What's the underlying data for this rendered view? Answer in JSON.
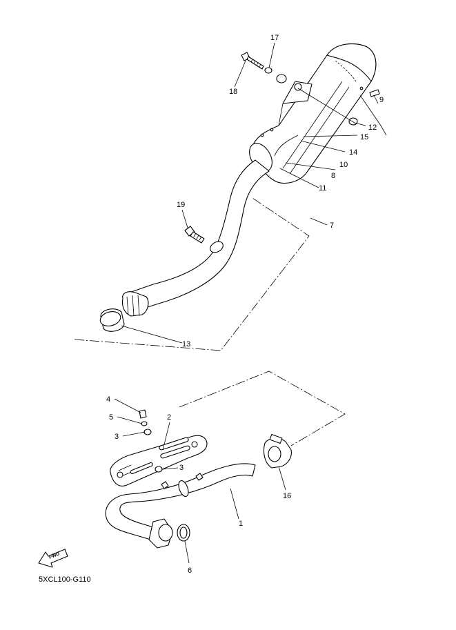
{
  "diagram_code": "5XCL100-G110",
  "fwd_label": "FWD",
  "callouts": [
    {
      "id": "c1",
      "text": "1"
    },
    {
      "id": "c2",
      "text": "2"
    },
    {
      "id": "c3a",
      "text": "3"
    },
    {
      "id": "c3b",
      "text": "3"
    },
    {
      "id": "c4",
      "text": "4"
    },
    {
      "id": "c5",
      "text": "5"
    },
    {
      "id": "c6",
      "text": "6"
    },
    {
      "id": "c7",
      "text": "7"
    },
    {
      "id": "c8",
      "text": "8"
    },
    {
      "id": "c9",
      "text": "9"
    },
    {
      "id": "c10",
      "text": "10"
    },
    {
      "id": "c11",
      "text": "11"
    },
    {
      "id": "c12",
      "text": "12"
    },
    {
      "id": "c13",
      "text": "13"
    },
    {
      "id": "c14",
      "text": "14"
    },
    {
      "id": "c15",
      "text": "15"
    },
    {
      "id": "c16",
      "text": "16"
    },
    {
      "id": "c17",
      "text": "17"
    },
    {
      "id": "c18",
      "text": "18"
    },
    {
      "id": "c19",
      "text": "19"
    }
  ]
}
